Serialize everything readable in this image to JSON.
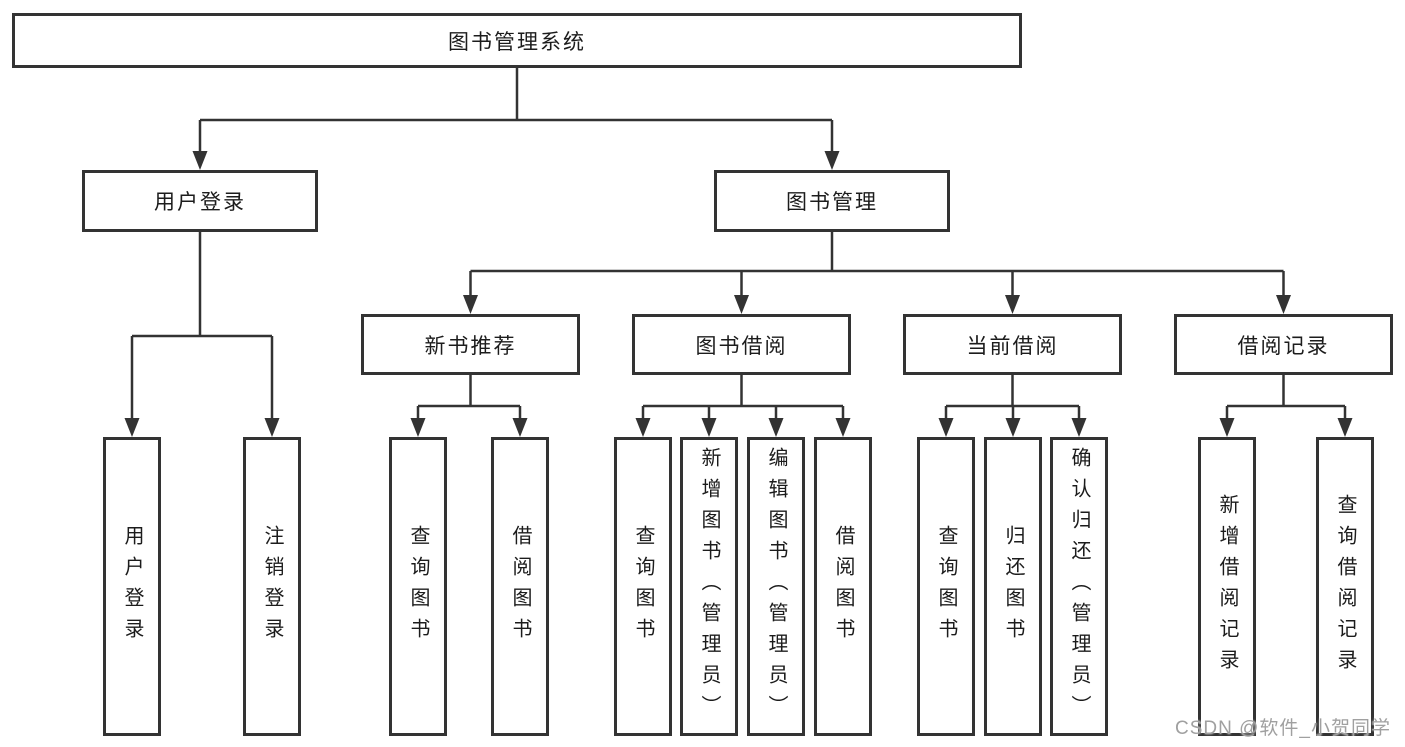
{
  "diagram": {
    "root": {
      "label": "图书管理系统"
    },
    "level2": [
      {
        "label": "用户登录"
      },
      {
        "label": "图书管理"
      }
    ],
    "level3": [
      {
        "label": "新书推荐"
      },
      {
        "label": "图书借阅"
      },
      {
        "label": "当前借阅"
      },
      {
        "label": "借阅记录"
      }
    ],
    "leaves": [
      {
        "label": "用户登录"
      },
      {
        "label": "注销登录"
      },
      {
        "label": "查询图书"
      },
      {
        "label": "借阅图书"
      },
      {
        "label": "查询图书"
      },
      {
        "label": "新增图书（管理员）"
      },
      {
        "label": "编辑图书（管理员）"
      },
      {
        "label": "借阅图书"
      },
      {
        "label": "查询图书"
      },
      {
        "label": "归还图书"
      },
      {
        "label": "确认归还（管理员）"
      },
      {
        "label": "新增借阅记录"
      },
      {
        "label": "查询借阅记录"
      }
    ],
    "watermark": "CSDN @软件_小贺同学",
    "colors": {
      "line": "#333333",
      "text": "#1c1c1c",
      "box_fill": "#ffffff",
      "watermark": "#a0a0a0",
      "background": "#ffffff"
    }
  }
}
